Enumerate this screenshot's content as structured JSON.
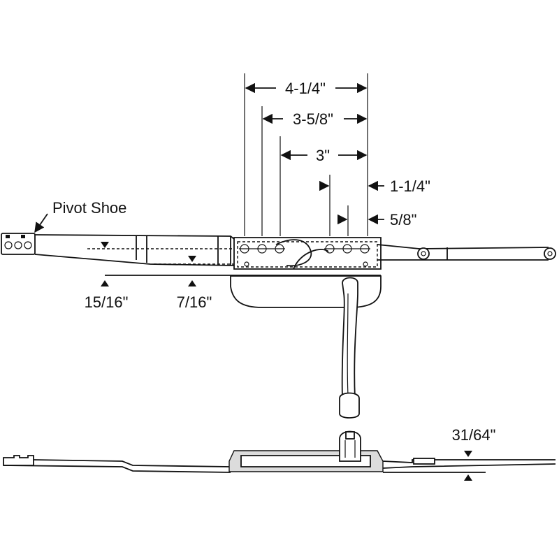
{
  "diagram": {
    "labels": {
      "pivot_shoe": "Pivot Shoe",
      "dim_4_1_4": "4-1/4\"",
      "dim_3_5_8": "3-5/8\"",
      "dim_3": "3\"",
      "dim_1_1_4": "1-1/4\"",
      "dim_5_8": "5/8\"",
      "dim_15_16": "15/16\"",
      "dim_7_16": "7/16\"",
      "dim_31_64": "31/64\""
    },
    "colors": {
      "line": "#111111",
      "background": "#ffffff",
      "shading": "#dcdcdc"
    }
  }
}
